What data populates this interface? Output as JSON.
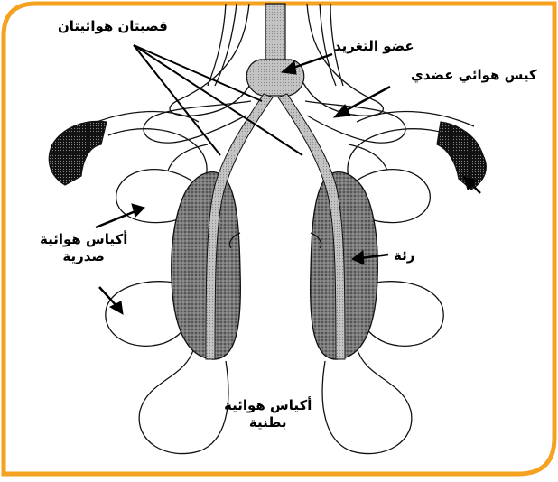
{
  "labels": {
    "bronchi": "قصبتان هوائيتان",
    "syrinx": "عضو التغريد",
    "humeral_sac": "كيس هوائي عضدي",
    "thoracic_sacs_line1": "أكياس هوائية",
    "thoracic_sacs_line2": "صدرية",
    "lung": "رئة",
    "abdominal_sacs_line1": "أكياس هوائية",
    "abdominal_sacs_line2": "بطنية"
  },
  "colors": {
    "frame": "#f4a21f",
    "lung_fill": "#5a5a5a",
    "airway_fill": "#b8b8b8",
    "humeral_sac_fill": "#222222",
    "outline": "#111111"
  }
}
